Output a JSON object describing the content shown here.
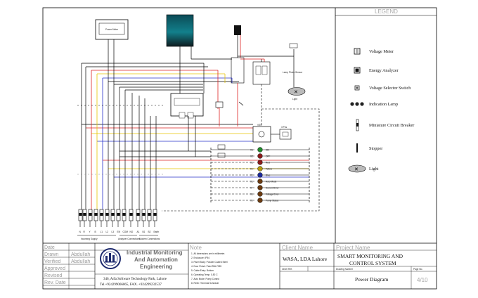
{
  "legend": {
    "title": "LEGEND",
    "items": [
      {
        "label": "Voltage Meter",
        "icon": "voltage-meter-icon"
      },
      {
        "label": "Energy Analyzer",
        "icon": "energy-analyzer-icon"
      },
      {
        "label": "Voltage Selector Switch",
        "icon": "voltage-selector-switch-icon"
      },
      {
        "label": "Indication Lamp",
        "icon": "indication-lamp-icon"
      },
      {
        "label": "Miniature Circuit Breaker",
        "icon": "mcb-icon"
      },
      {
        "label": "Stopper",
        "icon": "stopper-icon"
      },
      {
        "label": "Light",
        "icon": "light-icon"
      }
    ]
  },
  "diagram": {
    "devices": {
      "top_meter": "Power Meter",
      "light_label": "Light",
      "lamp_caption": "Lamp Photo Sensor",
      "sel_switch": "VSS",
      "toggle": "3 Pos"
    },
    "lamp_rows": [
      {
        "code": "X1",
        "label": "ON"
      },
      {
        "code": "X2",
        "label": "OFF"
      },
      {
        "code": "X3",
        "label": "Red"
      },
      {
        "code": "X4",
        "label": "Yellow"
      },
      {
        "code": "X5",
        "label": "Blue"
      },
      {
        "code": "X6",
        "label": "Auto Mode"
      },
      {
        "code": "X7",
        "label": "Current Error"
      },
      {
        "code": "X8",
        "label": "Voltage Error"
      },
      {
        "code": "X9",
        "label": "Pump Status"
      }
    ],
    "terminal_codes": [
      "N",
      "R",
      "Y",
      "B",
      "L1",
      "L2",
      "L3",
      "EN",
      "COM",
      "NO",
      "A1",
      "B1",
      "B2",
      "Earth"
    ],
    "terminal_groups": [
      "Incoming Supply",
      "Analyzer Connections",
      "Modem Connections"
    ]
  },
  "title_block": {
    "row_labels": [
      "Date",
      "Drawn",
      "Verified",
      "Approved",
      "Revised",
      "Rev. Date"
    ],
    "row_values": [
      "",
      "Abdullah",
      "Abdullah",
      "",
      "",
      ""
    ],
    "company_line1": "Industrial Monitoring",
    "company_line2": "And Automation",
    "company_line3": "Engineering",
    "address": "346, Arfa Software Technology Park, Lahore",
    "contact": "Tel.+924299066065, FAX. +924299232537",
    "notes_header": "Note",
    "notes": [
      "All dimensions are in millimeter.",
      "Enclosure: IP54",
      "Panel Body: Powder Coated Steel",
      "Door Finish: Paint RAL7035",
      "Cable Entry: Bottom",
      "Operating Temp: 0-50 C",
      "Auto Mode: Pump Control",
      "Refer: Terminal Schedule"
    ],
    "client_header": "Client Name",
    "client": "WASA, LDA Lahore",
    "order_header": "Order Ref.",
    "project_header": "Project Name",
    "project_line1": "SMART MONITORING AND",
    "project_line2": "CONTROL SYSTEM",
    "drawing_no_header": "Drawing Number",
    "page_no_header": "Page No.",
    "sheet_title": "Power Diagram",
    "page": "4/10"
  }
}
